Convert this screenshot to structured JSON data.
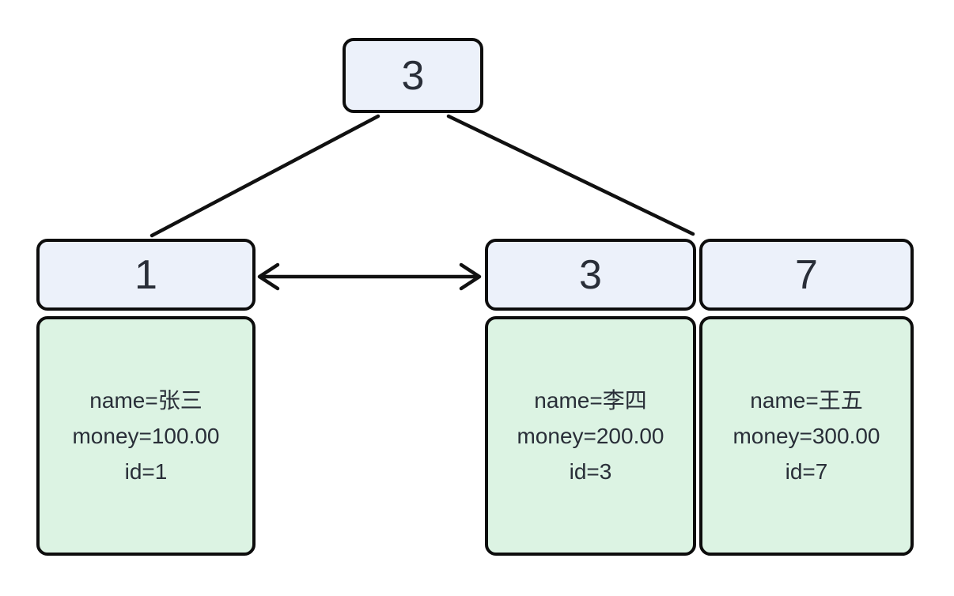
{
  "diagram": {
    "root_node": {
      "key": "3"
    },
    "leaf_nodes": [
      {
        "key": "1",
        "record": [
          "name=张三",
          "money=100.00",
          "id=1"
        ]
      },
      {
        "key": "3",
        "record": [
          "name=李四",
          "money=200.00",
          "id=3"
        ]
      },
      {
        "key": "7",
        "record": [
          "name=王五",
          "money=300.00",
          "id=7"
        ]
      }
    ],
    "colors": {
      "key_box_fill": "#ecf1fa",
      "record_box_fill": "#dcf3e3",
      "border": "#0d0d0d",
      "text": "#292e38",
      "background": "#ffffff"
    }
  }
}
